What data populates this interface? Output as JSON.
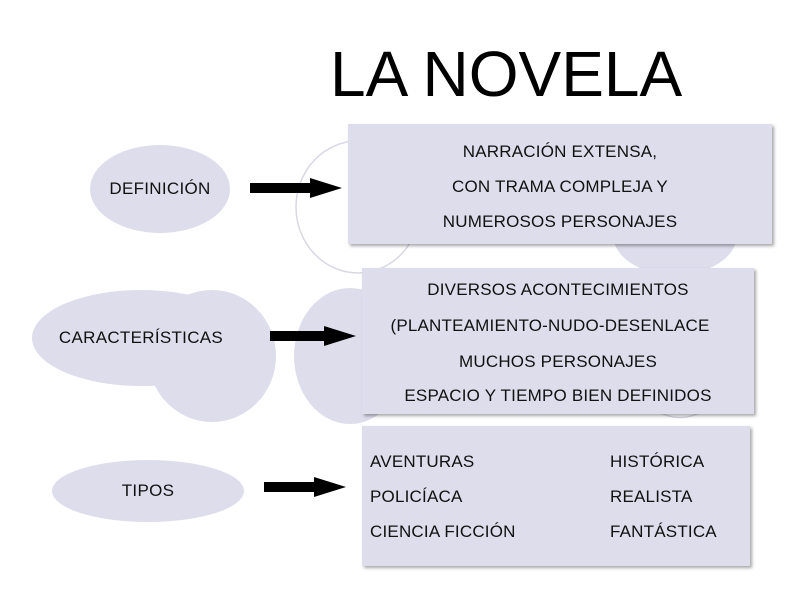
{
  "title": "LA NOVELA",
  "colors": {
    "shape_fill": "#ddddec",
    "text": "#111111",
    "arrow": "#000000"
  },
  "rows": [
    {
      "label": "DEFINICIÓN",
      "lines": [
        "NARRACIÓN EXTENSA,",
        "CON TRAMA COMPLEJA Y",
        "NUMEROSOS PERSONAJES"
      ]
    },
    {
      "label": "CARACTERÍSTICAS",
      "lines": [
        "DIVERSOS ACONTECIMIENTOS",
        "(PLANTEAMIENTO-NUDO-DESENLACE",
        "MUCHOS PERSONAJES",
        "ESPACIO Y TIEMPO BIEN DEFINIDOS"
      ]
    },
    {
      "label": "TIPOS",
      "types_left": [
        "AVENTURAS",
        "POLICÍACA",
        "CIENCIA FICCIÓN"
      ],
      "types_right": [
        "HISTÓRICA",
        "REALISTA",
        "FANTÁSTICA"
      ]
    }
  ]
}
